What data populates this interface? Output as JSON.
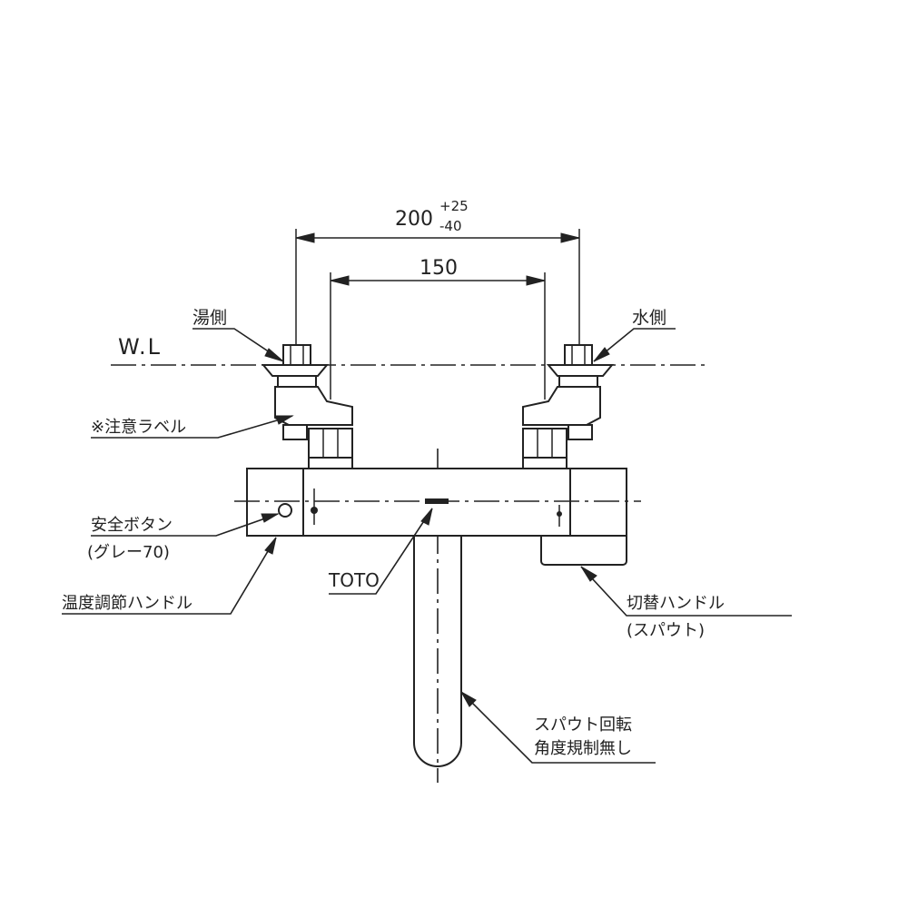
{
  "dimensions": {
    "overall": {
      "value": "200",
      "tol_plus": "+25",
      "tol_minus": "-40"
    },
    "inner": {
      "value": "150"
    }
  },
  "labels": {
    "water_level": "W.L",
    "hot_side": "湯側",
    "cold_side": "水側",
    "caution_label": "※注意ラベル",
    "safety_button": "安全ボタン",
    "safety_button_color": "(グレー70)",
    "temperature_handle": "温度調節ハンドル",
    "brand": "TOTO",
    "switch_handle": "切替ハンドル",
    "switch_handle_note": "(スパウト)",
    "spout_rotation_line1": "スパウト回転",
    "spout_rotation_line2": "角度規制無し"
  }
}
